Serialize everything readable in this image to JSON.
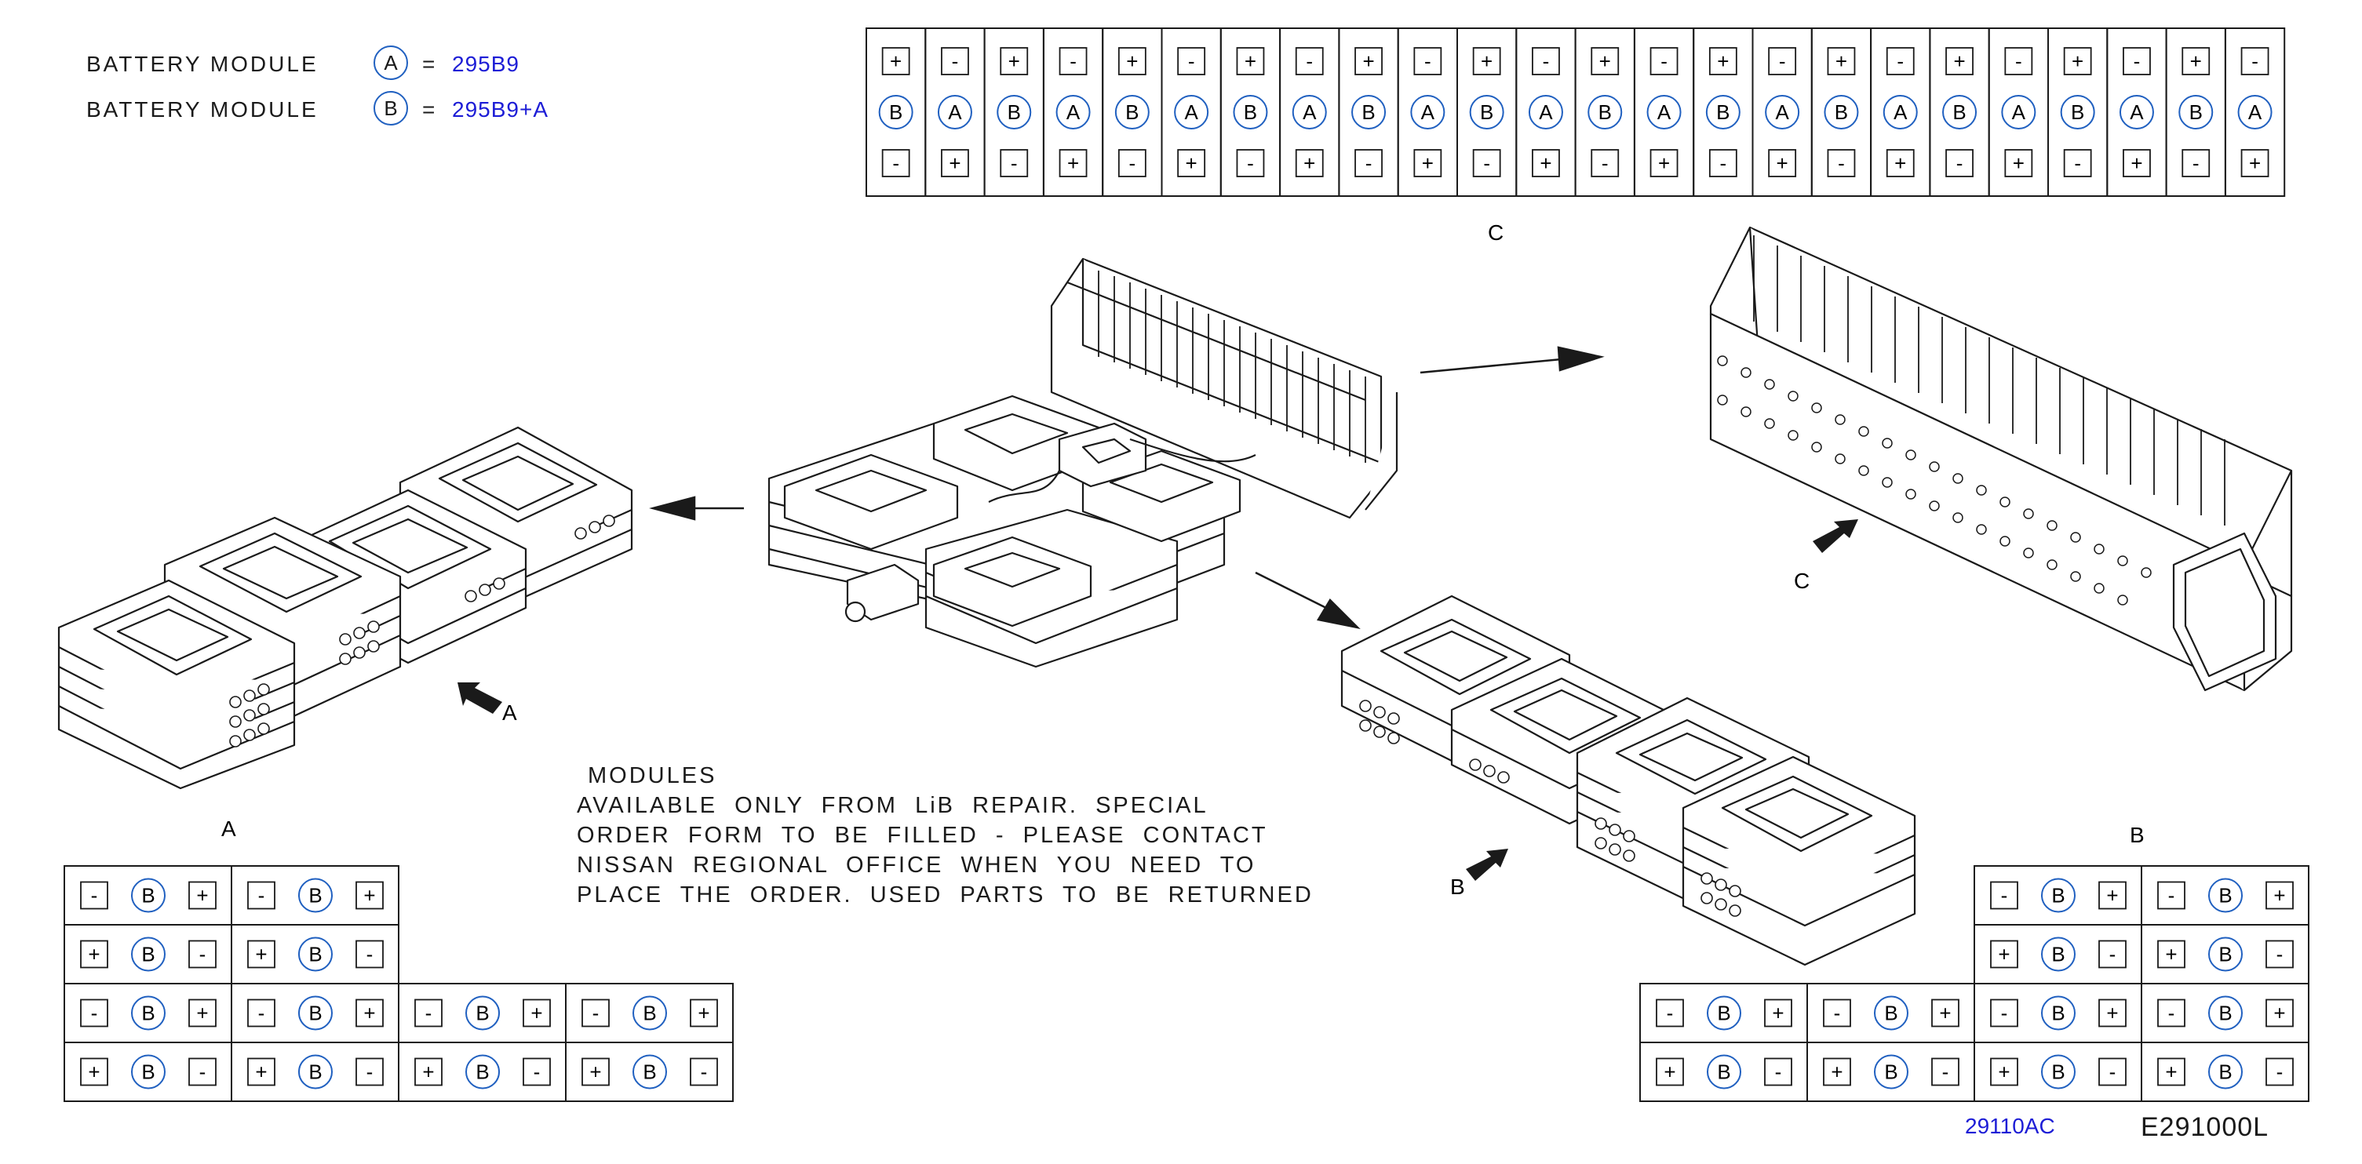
{
  "legend": [
    {
      "label": "BATTERY  MODULE",
      "symbol": "A",
      "equals": "=",
      "part": "295B9"
    },
    {
      "label": "BATTERY  MODULE",
      "symbol": "B",
      "equals": "=",
      "part": "295B9+A"
    }
  ],
  "colors": {
    "line": "#1a1a1a",
    "part_number": "#1d1dd6",
    "circle": "#2060c0"
  },
  "view_labels": {
    "A": "A",
    "B": "B",
    "C": "C"
  },
  "callouts": {
    "A": "A",
    "B": "B",
    "C": "C"
  },
  "note": {
    "title": "MODULES",
    "lines": [
      "AVAILABLE  ONLY  FROM  LiB  REPAIR.  SPECIAL",
      "ORDER  FORM  TO  BE  FILLED  -  PLEASE  CONTACT",
      "NISSAN  REGIONAL  OFFICE  WHEN  YOU  NEED  TO",
      "PLACE  THE  ORDER.  USED  PARTS  TO  BE  RETURNED"
    ]
  },
  "grid_c": {
    "top_signs": [
      "+",
      "-",
      "+",
      "-",
      "+",
      "-",
      "+",
      "-",
      "+",
      "-",
      "+",
      "-",
      "+",
      "-",
      "+",
      "-",
      "+",
      "-",
      "+",
      "-",
      "+",
      "-",
      "+",
      "-"
    ],
    "modules": [
      "B",
      "A",
      "B",
      "A",
      "B",
      "A",
      "B",
      "A",
      "B",
      "A",
      "B",
      "A",
      "B",
      "A",
      "B",
      "A",
      "B",
      "A",
      "B",
      "A",
      "B",
      "A",
      "B",
      "A"
    ],
    "bottom_signs": [
      "-",
      "+",
      "-",
      "+",
      "-",
      "+",
      "-",
      "+",
      "-",
      "+",
      "-",
      "+",
      "-",
      "+",
      "-",
      "+",
      "-",
      "+",
      "-",
      "+",
      "-",
      "+",
      "-",
      "+"
    ]
  },
  "grid_a": [
    [
      {
        "l": "-",
        "m": "B",
        "r": "+"
      },
      {
        "l": "-",
        "m": "B",
        "r": "+"
      }
    ],
    [
      {
        "l": "+",
        "m": "B",
        "r": "-"
      },
      {
        "l": "+",
        "m": "B",
        "r": "-"
      }
    ],
    [
      {
        "l": "-",
        "m": "B",
        "r": "+"
      },
      {
        "l": "-",
        "m": "B",
        "r": "+"
      },
      {
        "l": "-",
        "m": "B",
        "r": "+"
      },
      {
        "l": "-",
        "m": "B",
        "r": "+"
      }
    ],
    [
      {
        "l": "+",
        "m": "B",
        "r": "-"
      },
      {
        "l": "+",
        "m": "B",
        "r": "-"
      },
      {
        "l": "+",
        "m": "B",
        "r": "-"
      },
      {
        "l": "+",
        "m": "B",
        "r": "-"
      }
    ]
  ],
  "grid_b": [
    [
      {
        "l": "-",
        "m": "B",
        "r": "+"
      },
      {
        "l": "-",
        "m": "B",
        "r": "+"
      }
    ],
    [
      {
        "l": "+",
        "m": "B",
        "r": "-"
      },
      {
        "l": "+",
        "m": "B",
        "r": "-"
      }
    ],
    [
      {
        "l": "-",
        "m": "B",
        "r": "+"
      },
      {
        "l": "-",
        "m": "B",
        "r": "+"
      },
      {
        "l": "-",
        "m": "B",
        "r": "+"
      },
      {
        "l": "-",
        "m": "B",
        "r": "+"
      }
    ],
    [
      {
        "l": "+",
        "m": "B",
        "r": "-"
      },
      {
        "l": "+",
        "m": "B",
        "r": "-"
      },
      {
        "l": "+",
        "m": "B",
        "r": "-"
      },
      {
        "l": "+",
        "m": "B",
        "r": "-"
      }
    ]
  ],
  "footer": {
    "part_code": "29110AC",
    "drawing_id": "E291000L"
  }
}
